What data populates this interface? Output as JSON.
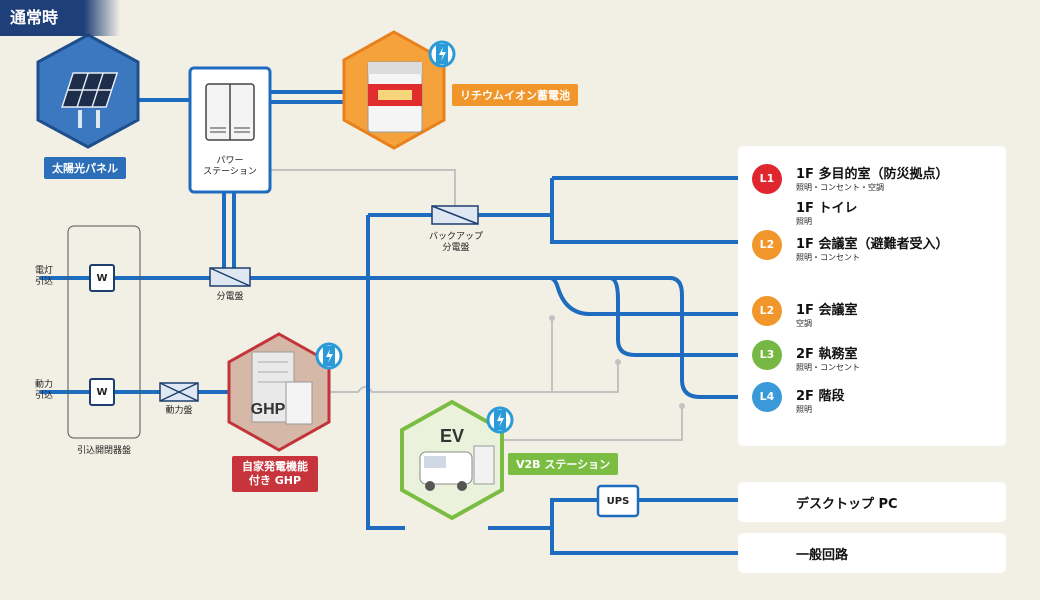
{
  "header": {
    "mode": "通常時"
  },
  "nodes": {
    "solar": "太陽光パネル",
    "power_station": [
      "パワー",
      "ステーション"
    ],
    "battery": "リチウムイオン蓄電池",
    "backup_panel": [
      "バックアップ",
      "分電盤"
    ],
    "main_panel": "分電盤",
    "lighting_in": [
      "電灯",
      "引込"
    ],
    "power_in": [
      "動力",
      "引込"
    ],
    "meter_w": "W",
    "motor_panel": "動力盤",
    "intake_panel": "引込開閉器盤",
    "ghp_icon": "GHP",
    "ghp": [
      "自家発電機能",
      "付き GHP"
    ],
    "ev_icon": "EV",
    "v2b": "V2B ステーション",
    "ups": "UPS"
  },
  "loads": [
    {
      "badge": "L1",
      "color": "#e0262e",
      "title": "1F 多目的室（防災拠点）",
      "sub": "照明・コンセント・空調"
    },
    {
      "badge": "",
      "color": "",
      "title": "1F トイレ",
      "sub": "照明"
    },
    {
      "badge": "L2",
      "color": "#f0962a",
      "title": "1F 会議室（避難者受入）",
      "sub": "照明・コンセント"
    },
    {
      "badge": "L2",
      "color": "#f0962a",
      "title": "1F 会議室",
      "sub": "空調"
    },
    {
      "badge": "L3",
      "color": "#76b843",
      "title": "2F 執務室",
      "sub": "照明・コンセント"
    },
    {
      "badge": "L4",
      "color": "#3a9ad9",
      "title": "2F 階段",
      "sub": "照明"
    }
  ],
  "outputs": {
    "desktop": "デスクトップ PC",
    "general": "一般回路"
  },
  "colors": {
    "line": "#1d6cc0",
    "grey": "#bdbdbd",
    "solar": "#2c6fb8",
    "battery": "#f0962a",
    "ghp": "#c8343b",
    "ev": "#7bbd42",
    "navy": "#1e3f77"
  }
}
